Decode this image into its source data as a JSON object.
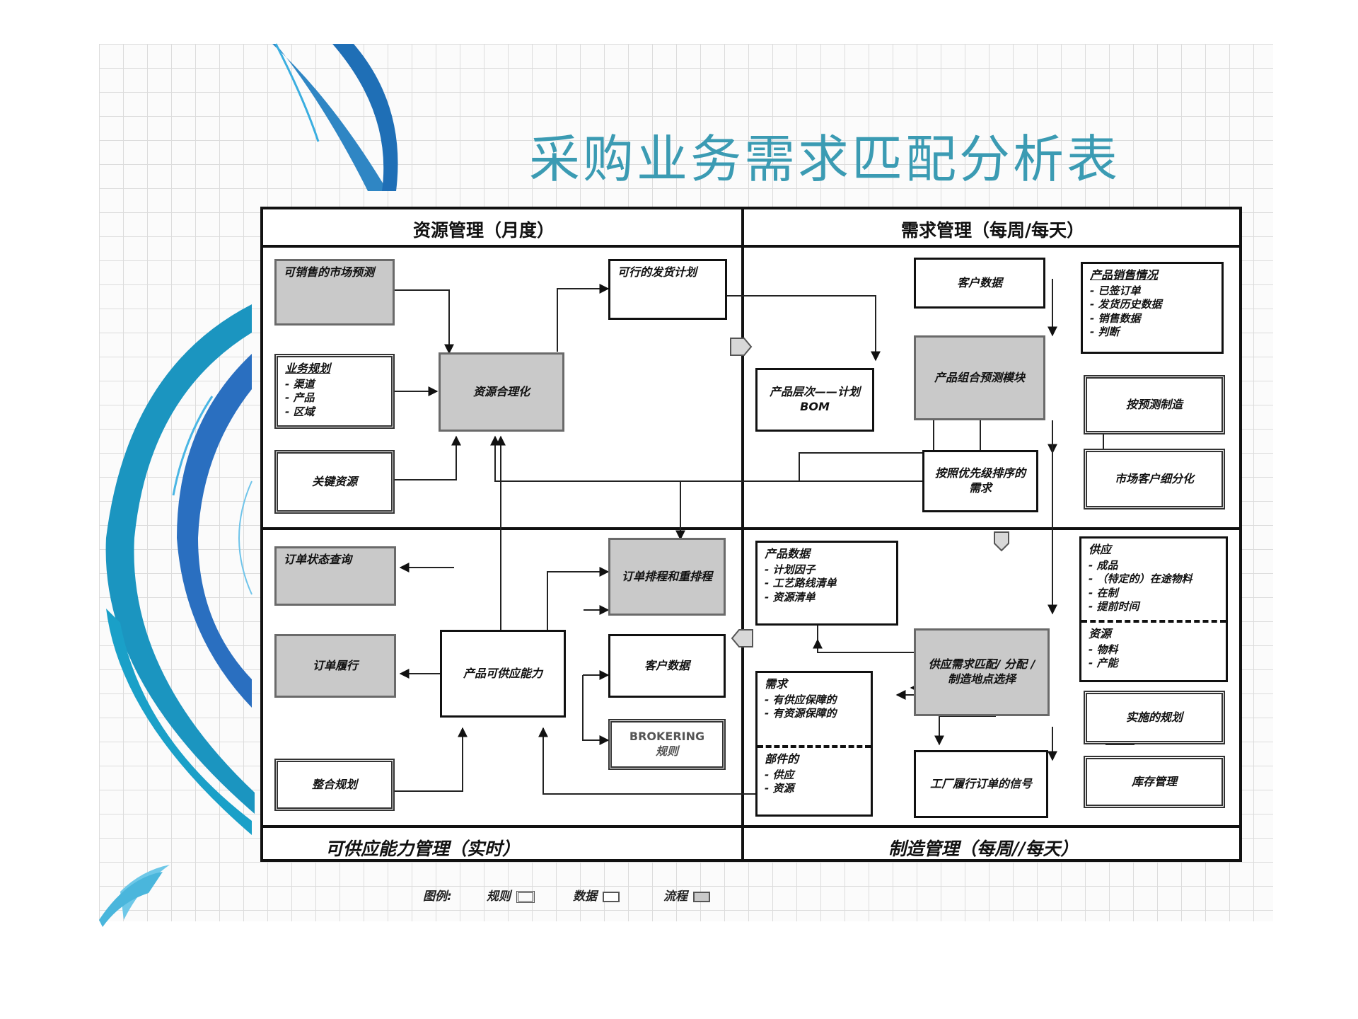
{
  "title": "采购业务需求匹配分析表",
  "headers": {
    "top_left": "资源管理（月度）",
    "top_right": "需求管理（每周/每天）",
    "bottom_left": "可供应能力管理（实时）",
    "bottom_right": "制造管理（每周//每天）"
  },
  "boxes": {
    "market_forecast": "可销售的市场预测",
    "business_plan": {
      "title": "业务规划",
      "items": [
        "渠道",
        "产品",
        "区域"
      ]
    },
    "key_resources": "关键资源",
    "resource_optimization": "资源合理化",
    "feasible_plan": "可行的发货计划",
    "product_hierarchy": "产品层次——计划BOM",
    "customer_data_top": "客户数据",
    "product_sales": {
      "title": "产品销售情况",
      "items": [
        "已签订单",
        "发货历史数据",
        "销售数据",
        "判断"
      ]
    },
    "product_combo_forecast": "产品组合预测模块",
    "make_to_forecast": "按预测制造",
    "priority_demand": "按照优先级排序的需求",
    "market_segmentation": "市场客户细分化",
    "order_promise_query": "订单状态查询",
    "order_fulfillment": "订单履行",
    "integration_plan": "整合规划",
    "product_available_capacity": "产品可供应能力",
    "order_reschedule": "订单排程和重排程",
    "customer_data_bottom": "客户数据",
    "brokering_line1": "BROKERING",
    "brokering_line2": "规则",
    "product_data": {
      "title": "产品数据",
      "items": [
        "计划因子",
        "工艺路线清单",
        "资源清单"
      ]
    },
    "supply_demand_match": "供应需求匹配/ 分配 / 制造地点选择",
    "supply_resources": {
      "supply_title": "供应",
      "supply_items": [
        "成品",
        "（特定的）在途物料",
        "在制",
        "提前时间"
      ],
      "resource_title": "资源",
      "resource_items": [
        "物料",
        "产能"
      ]
    },
    "demand_block": {
      "demand_title": "需求",
      "demand_items": [
        "有供应保障的",
        "有资源保障的"
      ],
      "parts_title": "部件的",
      "parts_items": [
        "供应",
        "资源"
      ]
    },
    "factory_order_signal": "工厂履行订单的信号",
    "implementation_plan": "实施的规划",
    "inventory_management": "库存管理"
  },
  "legend": {
    "label": "图例:",
    "plan": "规则",
    "data": "数据",
    "process": "流程"
  }
}
